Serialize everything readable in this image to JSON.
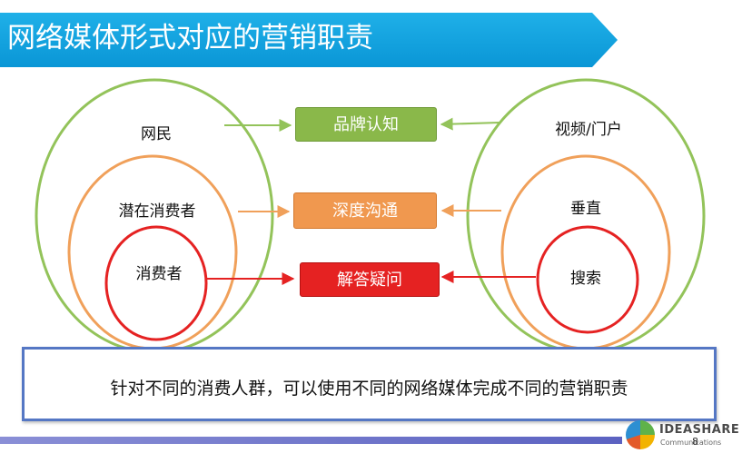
{
  "slide": {
    "title": "网络媒体形式对应的营销职责",
    "page_number": "8"
  },
  "diagram": {
    "left_set": {
      "outer_label": "网民",
      "middle_label": "潜在消费者",
      "inner_label": "消费者"
    },
    "right_set": {
      "outer_label": "视频/门户",
      "middle_label": "垂直",
      "inner_label": "搜索"
    },
    "center_boxes": [
      {
        "label": "品牌认知",
        "color": "#8ab84a"
      },
      {
        "label": "深度沟通",
        "color": "#f0984f"
      },
      {
        "label": "解答疑问",
        "color": "#e52222"
      }
    ],
    "colors": {
      "outer": "#93c35a",
      "middle": "#f0a05a",
      "inner": "#e52222"
    }
  },
  "note": {
    "text": "针对不同的消费人群，可以使用不同的网络媒体完成不同的营销职责"
  },
  "logo": {
    "name": "IDEASHARE",
    "tagline": "Communications"
  }
}
